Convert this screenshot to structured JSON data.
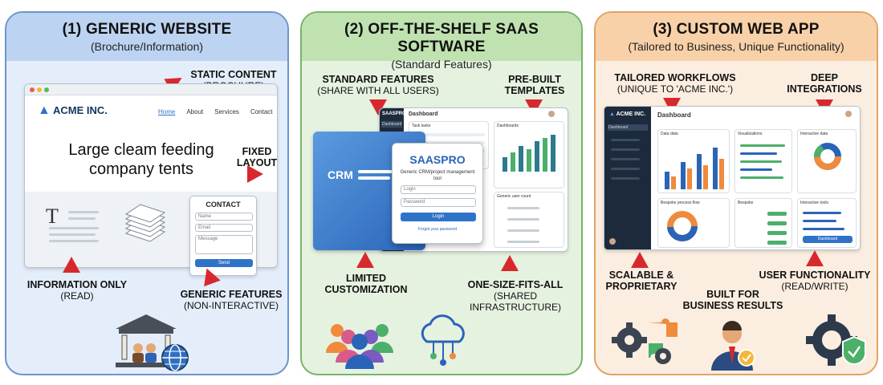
{
  "panels": [
    {
      "title": "(1) GENERIC WEBSITE",
      "subtitle": "(Brochure/Information)",
      "labels": {
        "static_content": "STATIC CONTENT",
        "static_content_sub": "(BROCHURE)",
        "fixed_layout": "FIXED\nLAYOUT",
        "information_only": "INFORMATION ONLY",
        "information_only_sub": "(READ)",
        "generic_features": "GENERIC FEATURES",
        "generic_features_sub": "(NON-INTERACTIVE)"
      },
      "website": {
        "logo": "ACME INC.",
        "nav": [
          "Home",
          "About",
          "Services",
          "Contact"
        ],
        "hero": "Large cleam feeding\ncompany tents",
        "contact_title": "CONTACT",
        "contact_fields": [
          "Name",
          "Email",
          "Message"
        ],
        "contact_button": "Send",
        "text_icon": "T"
      }
    },
    {
      "title": "(2) OFF-THE-SHELF SAAS SOFTWARE",
      "subtitle": "(Standard Features)",
      "labels": {
        "standard_features": "STANDARD FEATURES",
        "standard_features_sub": "(SHARE WITH ALL USERS)",
        "prebuilt_templates": "PRE-BUILT\nTEMPLATES",
        "limited_customization": "LIMITED\nCUSTOMIZATION",
        "one_size": "ONE-SIZE-FITS-ALL",
        "one_size_sub": "(SHARED INFRASTRUCTURE)"
      },
      "app": {
        "brand": "SAASPRO",
        "sidebar_item": "Dashboard",
        "header": "Dashboard",
        "task_card": "Task tasks",
        "chart_card": "Dashboards",
        "user_card": "Generic user count",
        "crm_label": "CRM",
        "login_title": "SAASPRO",
        "login_sub": "Generic CRM/project management tool",
        "login_user": "Login",
        "login_pass": "Password",
        "login_button": "Login",
        "forgot": "Forgot your password"
      }
    },
    {
      "title": "(3) CUSTOM WEB APP",
      "subtitle": "(Tailored to Business, Unique Functionality)",
      "labels": {
        "tailored": "TAILORED WORKFLOWS",
        "tailored_sub": "(UNIQUE TO 'ACME INC.')",
        "deep": "DEEP\nINTEGRATIONS",
        "scalable": "SCALABLE &\nPROPRIETARY",
        "built": "BUILT FOR\nBUSINESS RESULTS",
        "user_func": "USER FUNCTIONALITY",
        "user_func_sub": "(READ/WRITE)"
      },
      "app": {
        "brand": "ACME INC.",
        "sidebar_item": "Dashboard",
        "header": "Dashboard",
        "card_data": "Data data",
        "card_viz": "Visualizations",
        "card_interactive": "Interactive data",
        "card_process": "Bespoke process flow",
        "card_bespoke": "Bespoke",
        "card_tools": "Interactive tools",
        "tools_button": "Dashboard"
      }
    }
  ],
  "colors": {
    "arrow": "#d8282d",
    "blue_panel": "#e4eefb",
    "green_panel": "#e6f2e0",
    "orange_panel": "#fbeee0"
  }
}
